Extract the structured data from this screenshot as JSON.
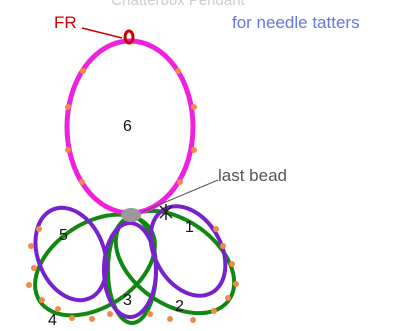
{
  "header": {
    "top_text": "Chatterbox Pendant",
    "subtitle": "for needle tatters"
  },
  "labels": {
    "fr": "FR",
    "last_bead": "last bead",
    "ring_1": "1",
    "ring_2": "2",
    "ring_3": "3",
    "ring_4": "4",
    "ring_5": "5",
    "ring_6": "6"
  },
  "colors": {
    "ring_6": "#ee22dd",
    "purple_rings": "#7722cc",
    "green_rings": "#118811",
    "picot": "#f08a4b",
    "fr_text": "#cc0000",
    "subtitle_text": "#6677dd",
    "bead": "#999999",
    "leader_line": "#555555"
  }
}
